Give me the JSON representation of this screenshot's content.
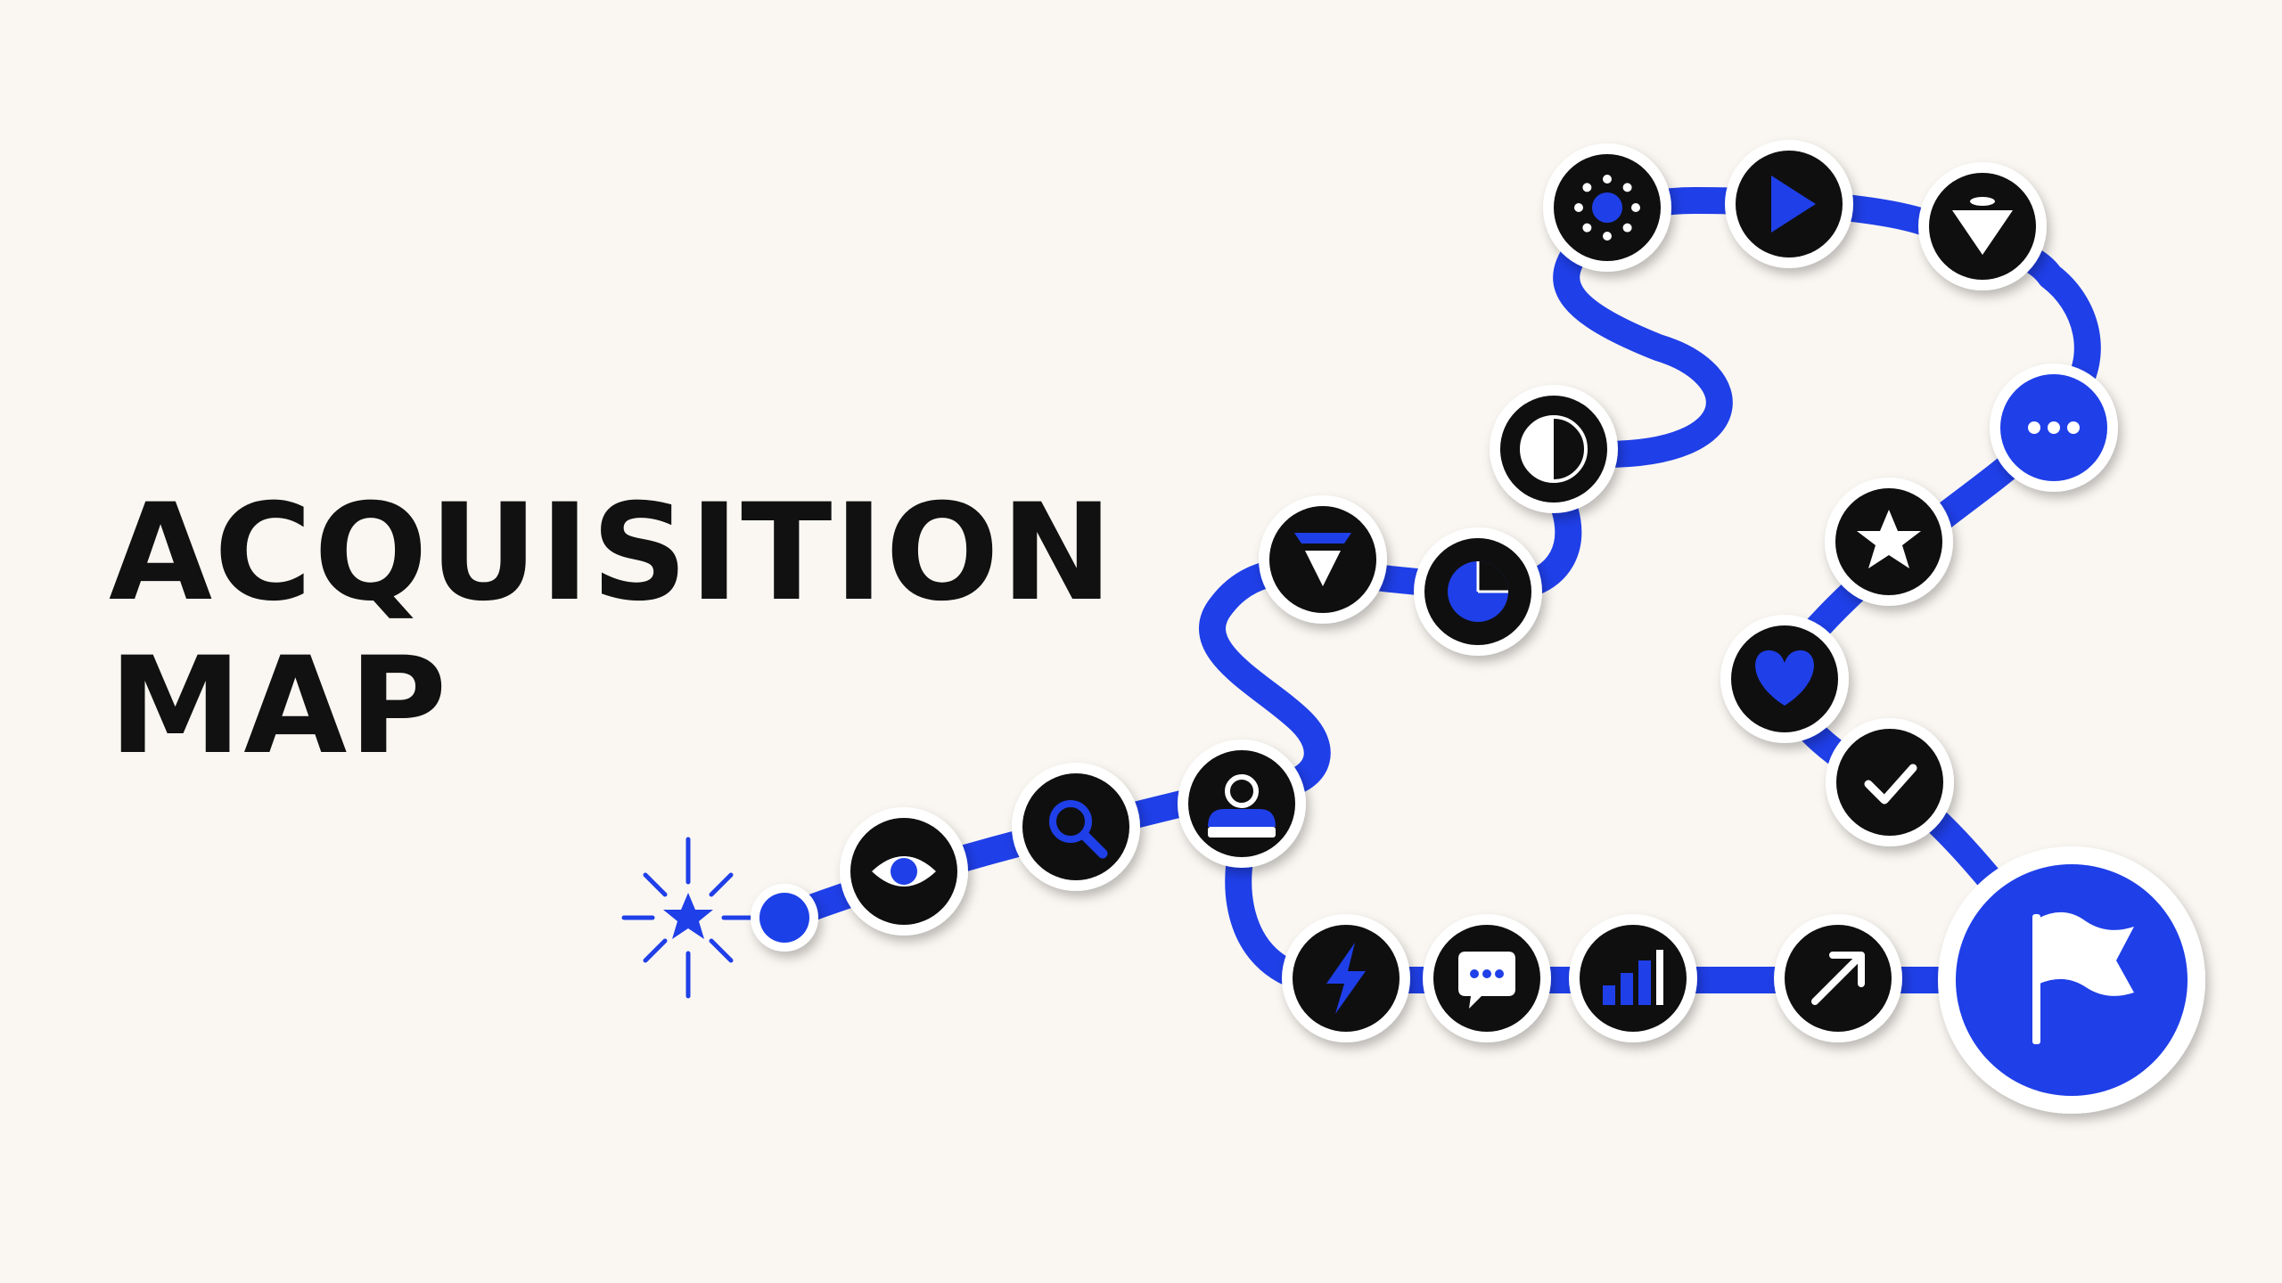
{
  "title_lines": [
    "ACQUISITION",
    "MAP"
  ],
  "colors": {
    "background": "#faf7f2",
    "path": "#1f3fe8",
    "node_fill": "#0f0f0f",
    "node_ring": "#ffffff",
    "accent": "#1f3fe8",
    "text": "#111111"
  },
  "start_icon": "sparkle-star-icon",
  "stages": [
    {
      "icon": "eye-icon",
      "variant": "dark"
    },
    {
      "icon": "search-icon",
      "variant": "dark"
    },
    {
      "icon": "user-icon",
      "variant": "dark"
    },
    {
      "icon": "funnel-icon",
      "variant": "dark"
    },
    {
      "icon": "pie-chart-icon",
      "variant": "dark"
    },
    {
      "icon": "half-circle-icon",
      "variant": "dark"
    },
    {
      "icon": "dots-ring-icon",
      "variant": "dark"
    },
    {
      "icon": "play-icon",
      "variant": "dark"
    },
    {
      "icon": "triangle-down-icon",
      "variant": "dark"
    },
    {
      "icon": "more-dots-icon",
      "variant": "blue"
    },
    {
      "icon": "star-icon",
      "variant": "dark"
    },
    {
      "icon": "heart-icon",
      "variant": "dark"
    },
    {
      "icon": "checkmark-icon",
      "variant": "dark"
    },
    {
      "icon": "lightning-icon",
      "variant": "dark"
    },
    {
      "icon": "chat-bubble-icon",
      "variant": "dark"
    },
    {
      "icon": "bar-chart-icon",
      "variant": "dark"
    },
    {
      "icon": "arrow-up-right-icon",
      "variant": "dark"
    }
  ],
  "end_icon": "flag-icon"
}
